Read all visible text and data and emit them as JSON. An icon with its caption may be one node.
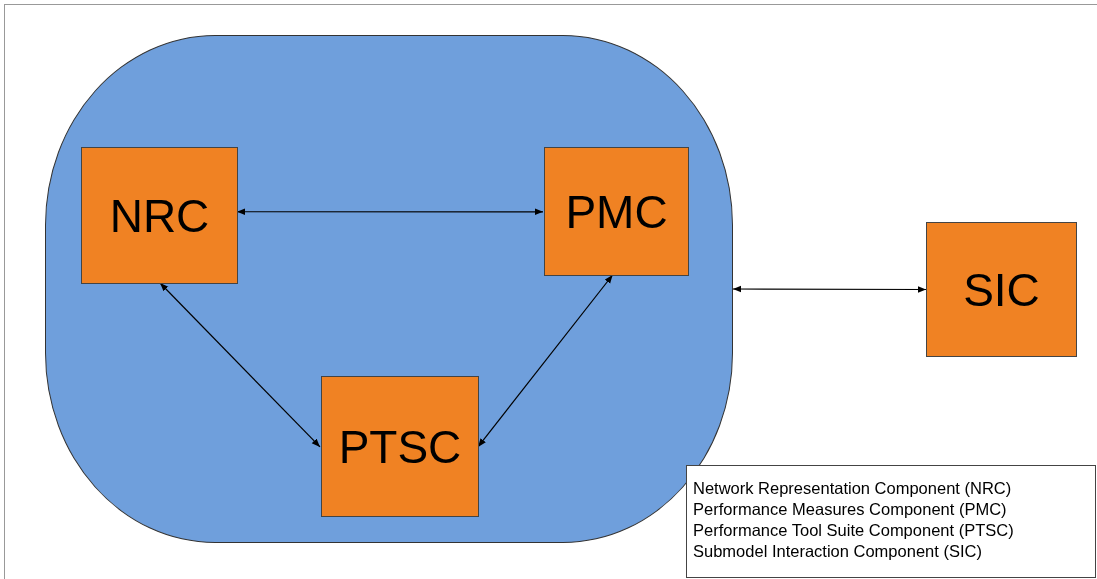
{
  "diagram": {
    "nodes": [
      {
        "text": [],
        "shape": "box"
      },
      {
        "text": [
          "NRC"
        ],
        "in": 0
      },
      {
        "text": [
          "PMC"
        ],
        "in": 0
      },
      {
        "text": [
          "PTSC"
        ],
        "in": 0
      },
      {
        "text": [
          "SIC"
        ]
      },
      {
        "text": [
          "Network Representation Component (NRC)",
          "Performance Measures Component (PMC)",
          "Performance Tool Suite Component (PTSC)",
          "Submodel Interaction Component (SIC)"
        ]
      }
    ],
    "edges": [
      {
        "from": 1,
        "to": 2,
        "arrow": "both"
      },
      {
        "from": 1,
        "to": 3,
        "arrow": "both"
      },
      {
        "from": 2,
        "to": 3,
        "arrow": "both"
      },
      {
        "from": 0,
        "to": 4,
        "arrow": "both"
      }
    ]
  }
}
